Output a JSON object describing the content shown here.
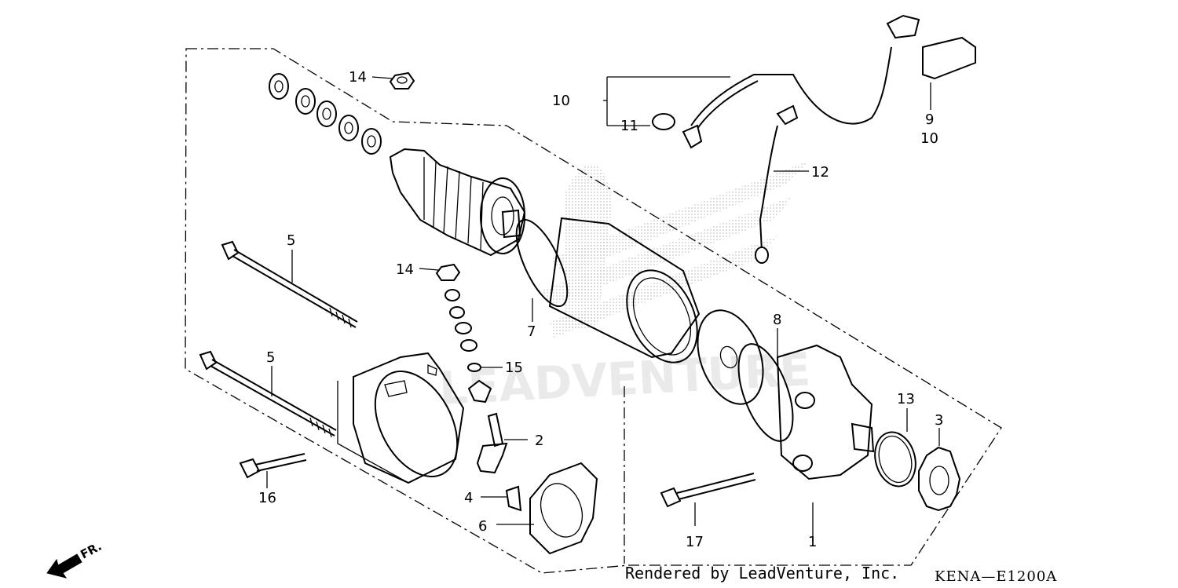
{
  "callouts": {
    "c1": "1",
    "c2": "2",
    "c3": "3",
    "c4": "4",
    "c5a": "5",
    "c5b": "5",
    "c6": "6",
    "c7": "7",
    "c8": "8",
    "c9": "9",
    "c10a": "10",
    "c10b": "10",
    "c11": "11",
    "c12": "12",
    "c13": "13",
    "c14a": "14",
    "c14b": "14",
    "c15": "15",
    "c16": "16",
    "c17": "17"
  },
  "footer": {
    "rendered_by": "Rendered by LeadVenture, Inc.",
    "diagram_code": "KENA—E1200A"
  },
  "direction": {
    "label": "FR."
  },
  "watermark": {
    "text": "LEADVENTURE"
  }
}
